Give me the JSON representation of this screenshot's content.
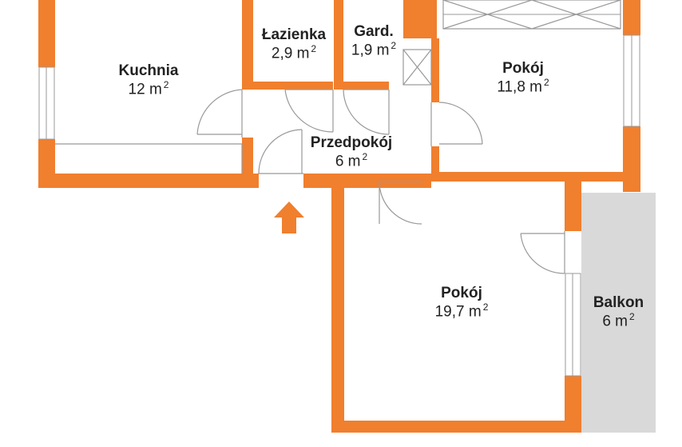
{
  "colors": {
    "wall": "#f07f2e",
    "balcony": "#d9d9d9",
    "fixture_line": "#999999",
    "text": "#222222",
    "background": "#ffffff"
  },
  "rooms": {
    "kitchen": {
      "name": "Kuchnia",
      "area": "12 m",
      "exp": "2"
    },
    "bathroom": {
      "name": "Łazienka",
      "area": "2,9 m",
      "exp": "2"
    },
    "wardrobe": {
      "name": "Gard.",
      "area": "1,9 m",
      "exp": "2"
    },
    "room_small": {
      "name": "Pokój",
      "area": "11,8 m",
      "exp": "2"
    },
    "hall": {
      "name": "Przedpokój",
      "area": "6 m",
      "exp": "2"
    },
    "room_large": {
      "name": "Pokój",
      "area": "19,7 m",
      "exp": "2"
    },
    "balcony": {
      "name": "Balkon",
      "area": "6 m",
      "exp": "2"
    }
  },
  "icons": {
    "entrance": "arrow-up-icon"
  }
}
